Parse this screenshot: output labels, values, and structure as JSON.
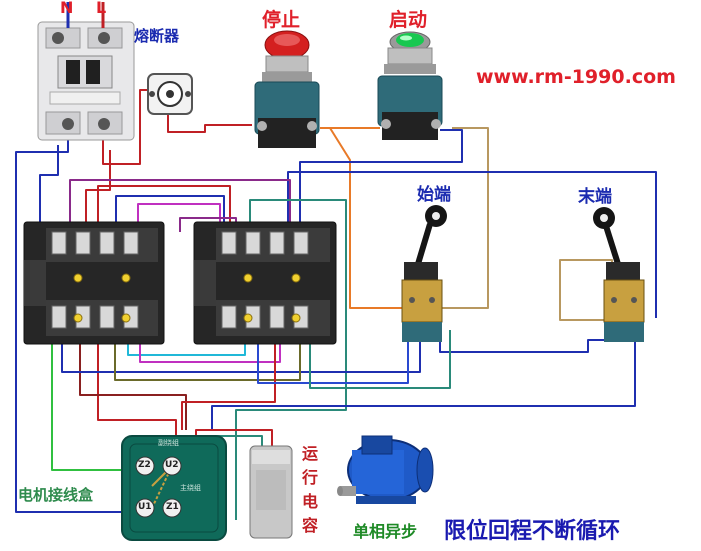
{
  "labels": {
    "neutral": "N",
    "live": "L",
    "fuse": "熔断器",
    "stop": "停止",
    "start": "启动",
    "website": "www.rm-1990.com",
    "start_limit": "始端",
    "end_limit": "末端",
    "motor_box": "电机接线盒",
    "run_capacitor": "运行电容",
    "motor": "单相异步",
    "title": "限位回程不断循环",
    "box_header": "副绕组",
    "box_sub": "主绕组",
    "term_z2": "Z2",
    "term_u2": "U2",
    "term_u1": "U1",
    "term_z1": "Z1"
  },
  "colors": {
    "label_blue": "#1b2bb0",
    "label_red": "#e0202a",
    "website_red": "#e0202a",
    "motor_box_green": "#2e8b4d",
    "title_blue": "#1a1ab0",
    "motor_label_green": "#1e8a26",
    "stop_button": "#d42020",
    "start_button": "#18c850",
    "contactor_body": "#222222",
    "switch_body": "#2f6b79"
  }
}
